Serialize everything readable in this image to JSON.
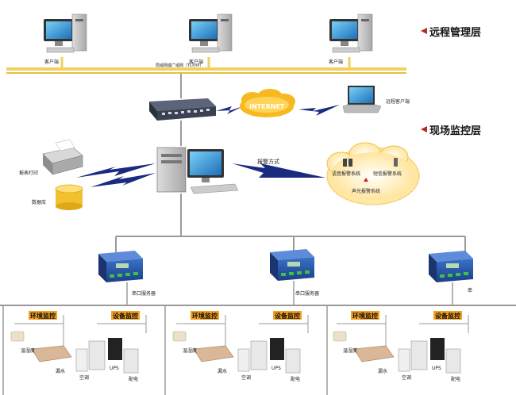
{
  "layers": {
    "remote": "远程管理层",
    "field": "现场监控层"
  },
  "top_clients": [
    "客户端",
    "客户端",
    "客户端"
  ],
  "wan_label": "局域网或广域网（TCP/IP）",
  "internet_label": "INTERNET",
  "remote_client_label": "远程客户端",
  "alarm_mode_label": "报警方式",
  "alarm_systems": {
    "voice": "语音报警系统",
    "sms": "短信报警系统",
    "sound_light": "声光报警系统"
  },
  "report_print_label": "报表打印",
  "database_label": "数据库",
  "serial_servers": [
    "串口服务器",
    "串口服务器",
    "串"
  ],
  "groups": [
    {
      "env": "环境监控",
      "equip": "设备监控",
      "items": [
        "温湿度",
        "漏水",
        "空调",
        "UPS",
        "配电"
      ]
    },
    {
      "env": "环境监控",
      "equip": "设备监控",
      "items": [
        "温湿度",
        "漏水",
        "空调",
        "UPS",
        "配电"
      ]
    },
    {
      "env": "环境监控",
      "equip": "设备监控",
      "items": [
        "温湿度",
        "漏水",
        "空调",
        "UPS",
        "配电"
      ]
    }
  ],
  "colors": {
    "yellow_bus": "#f0d060",
    "gray_line": "#9a9a9a",
    "arrow_blue": "#1a2a80",
    "orange_banner": "#f4a020",
    "layer_marker": "#b03020"
  }
}
